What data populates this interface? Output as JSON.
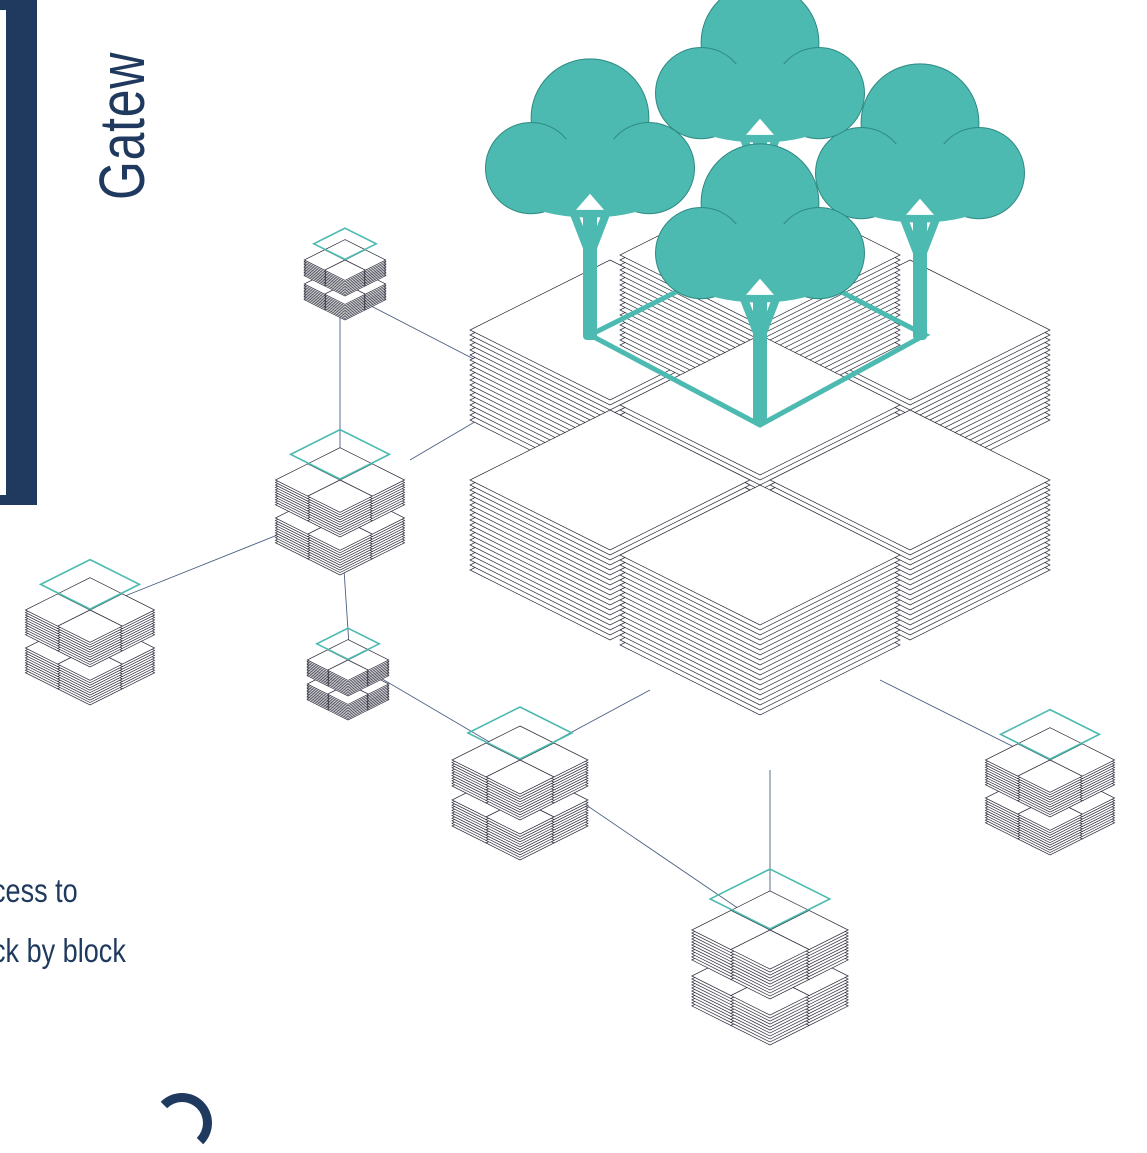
{
  "title": "Gatew",
  "body_lines": [
    "cess to",
    "ck by block"
  ],
  "colors": {
    "navy": "#1f3a5e",
    "teal": "#4cbab0",
    "line": "#2b2b3a",
    "connector": "#4a5f80"
  },
  "icons": [
    "tree-icon",
    "block-cluster-icon",
    "stacked-block-icon"
  ]
}
